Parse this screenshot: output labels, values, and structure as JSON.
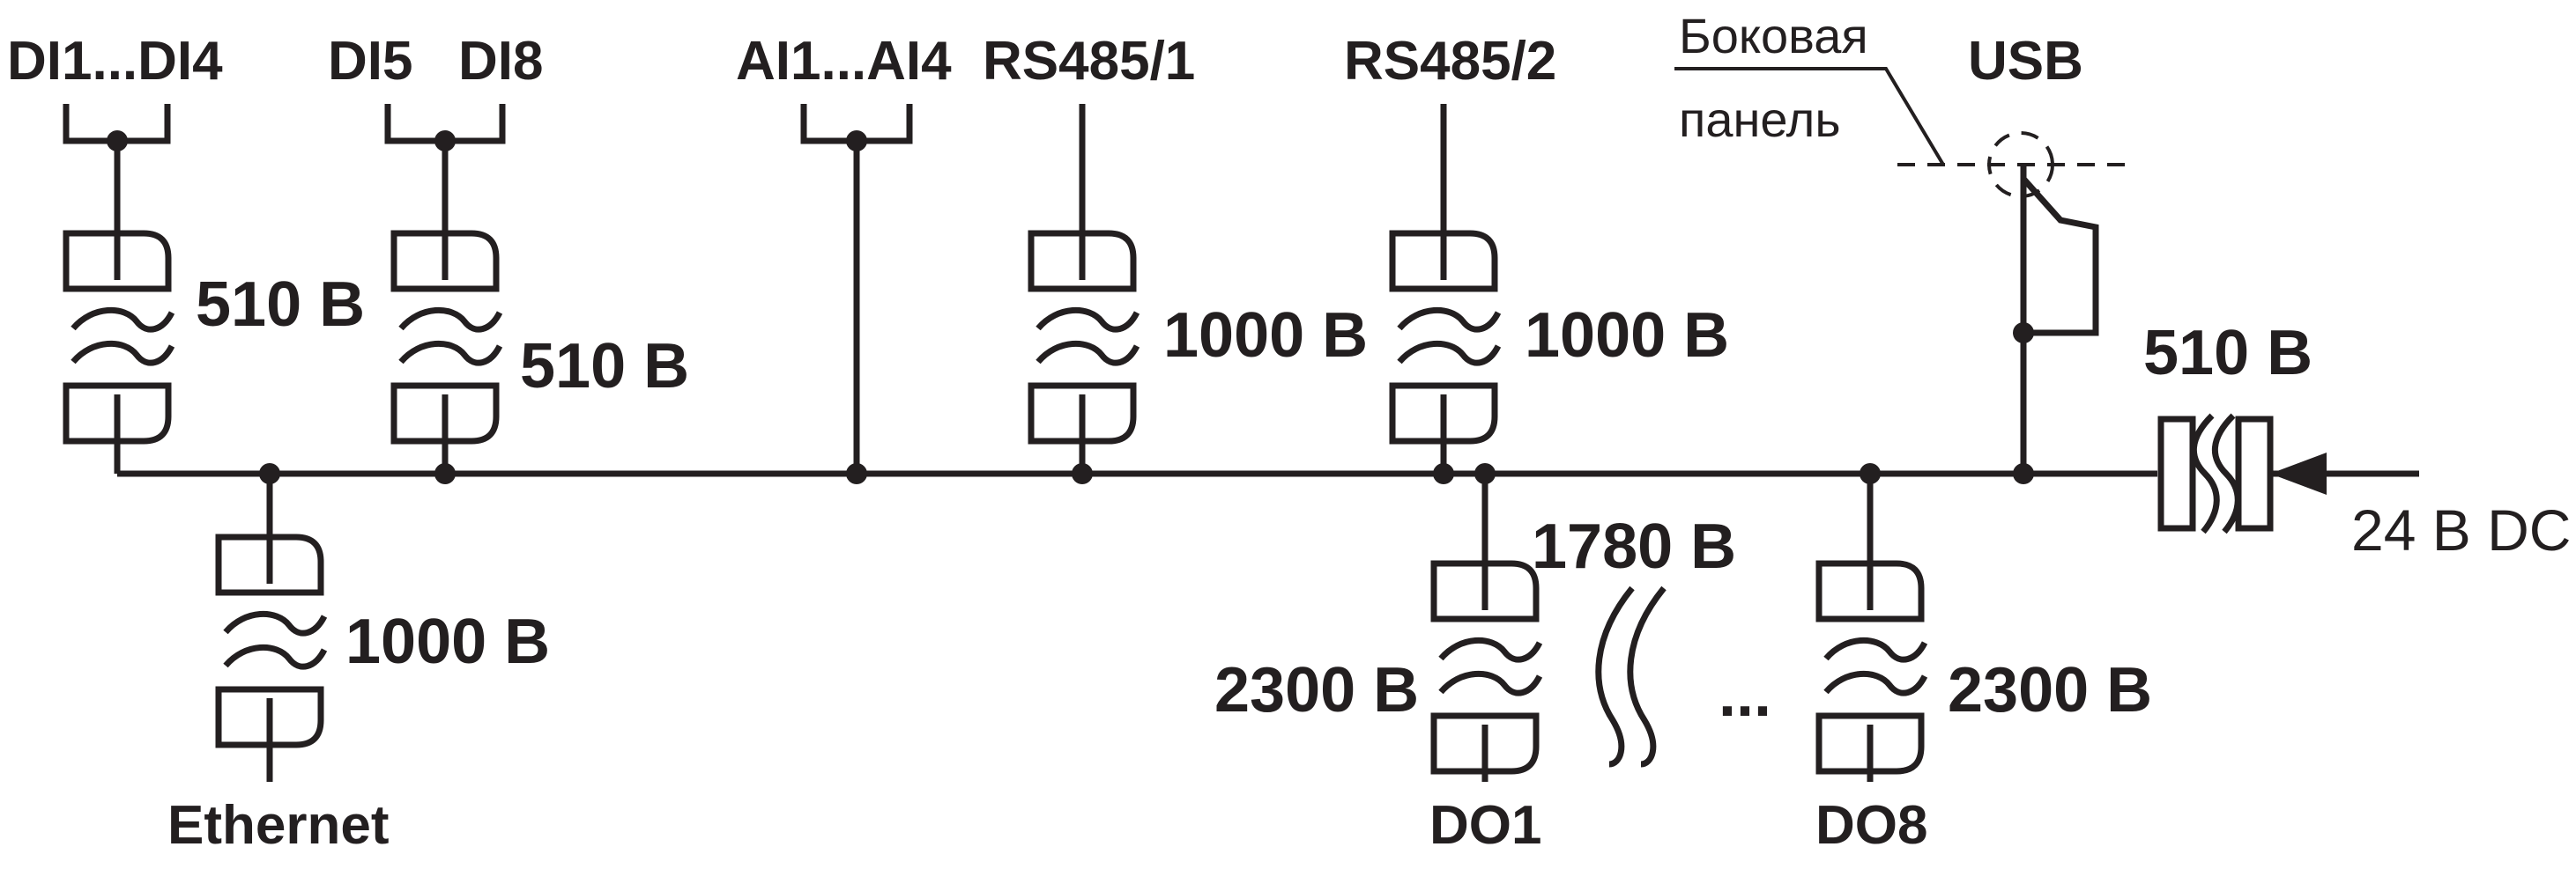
{
  "inputs": {
    "di1_4": "DI1...DI4",
    "di5": "DI5",
    "di8": "DI8",
    "ai": "AI1...AI4",
    "rs485_1": "RS485/1",
    "rs485_2": "RS485/2",
    "usb": "USB",
    "side_panel_line1": "Боковая",
    "side_panel_line2": "панель"
  },
  "isolation": {
    "di1_4": "510 В",
    "di5_8": "510 В",
    "rs485_1": "1000 В",
    "rs485_2": "1000 В",
    "power": "510 В",
    "ethernet": "1000 В",
    "do1": "2300 В",
    "do8": "2300 В",
    "do_between": "1780 В"
  },
  "outputs": {
    "ethernet": "Ethernet",
    "do1": "DO1",
    "do8": "DO8",
    "ellipsis": "..."
  },
  "power": {
    "label": "24 В DC"
  }
}
